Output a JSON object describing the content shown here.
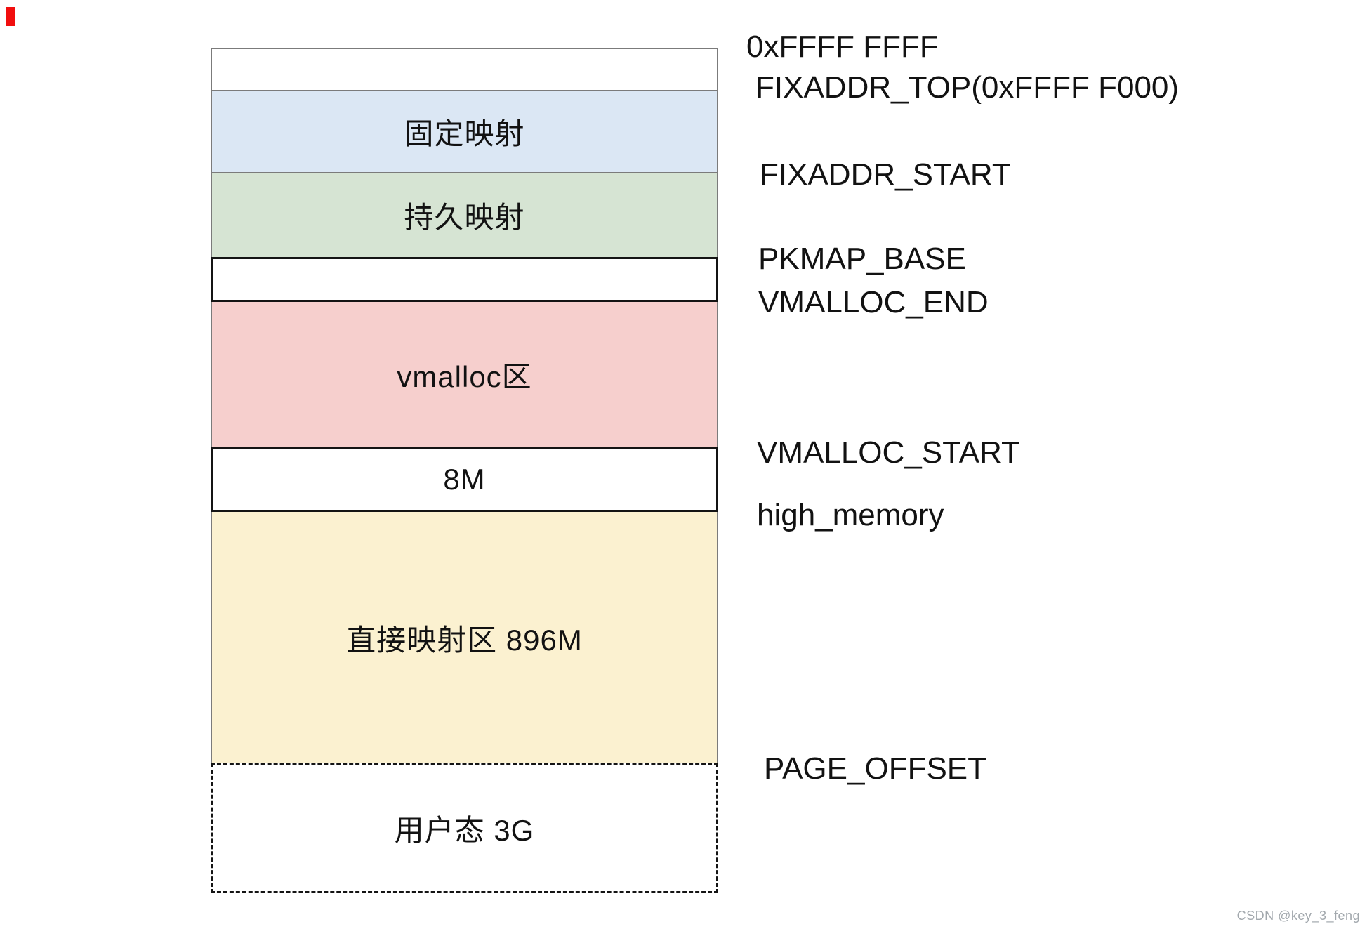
{
  "diagram": {
    "title_semantic": "linux-kernel-virtual-memory-layout",
    "regions": [
      {
        "name": "reserved-top",
        "label": "",
        "fill": "#ffffff"
      },
      {
        "name": "fixed-mapping",
        "label": "固定映射",
        "fill": "#dbe7f4"
      },
      {
        "name": "persistent-mapping",
        "label": "持久映射",
        "fill": "#d6e4d3"
      },
      {
        "name": "gap-region",
        "label": "",
        "fill": "#ffffff"
      },
      {
        "name": "vmalloc-area",
        "label": "vmalloc区",
        "fill": "#f6cfcd"
      },
      {
        "name": "guard-gap-8m",
        "label": "8M",
        "fill": "#ffffff"
      },
      {
        "name": "direct-mapping",
        "label": "直接映射区 896M",
        "fill": "#fbf1d0"
      },
      {
        "name": "user-space",
        "label": "用户态 3G",
        "fill": "#ffffff"
      }
    ],
    "address_labels": [
      {
        "text": "0xFFFF FFFF"
      },
      {
        "text": "FIXADDR_TOP(0xFFFF F000)"
      },
      {
        "text": "FIXADDR_START"
      },
      {
        "text": "PKMAP_BASE"
      },
      {
        "text": "VMALLOC_END"
      },
      {
        "text": "VMALLOC_START"
      },
      {
        "text": "high_memory"
      },
      {
        "text": "PAGE_OFFSET"
      }
    ],
    "colors": {
      "border_gray": "#7b7b7b",
      "border_black": "#141414",
      "text": "#121212",
      "fixed_mapping_blue": "#dbe7f4",
      "persistent_mapping_green": "#d6e4d3",
      "vmalloc_pink": "#f6cfcd",
      "direct_mapping_yellow": "#fbf1d0",
      "marker_red": "#f10e0e",
      "watermark_gray": "#a2a8ad"
    }
  },
  "watermark": "CSDN @key_3_feng"
}
